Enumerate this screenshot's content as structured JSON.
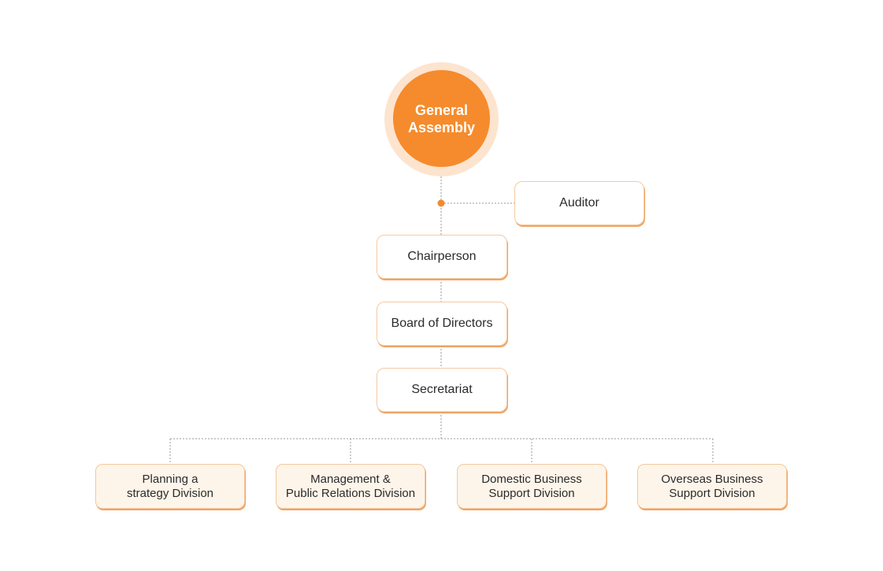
{
  "diagram": {
    "general_assembly": "General\nAssembly",
    "auditor": "Auditor",
    "chairperson": "Chairperson",
    "board_of_directors": "Board of Directors",
    "secretariat": "Secretariat",
    "divisions": [
      "Planning a\nstrategy Division",
      "Management &\nPublic Relations Division",
      "Domestic Business\nSupport Division",
      "Overseas Business\nSupport Division"
    ]
  },
  "colors": {
    "accent": "#f58b2c",
    "halo": "#fde4cf",
    "division_fill": "#fdf5ea",
    "connector": "#9a9a9a"
  }
}
